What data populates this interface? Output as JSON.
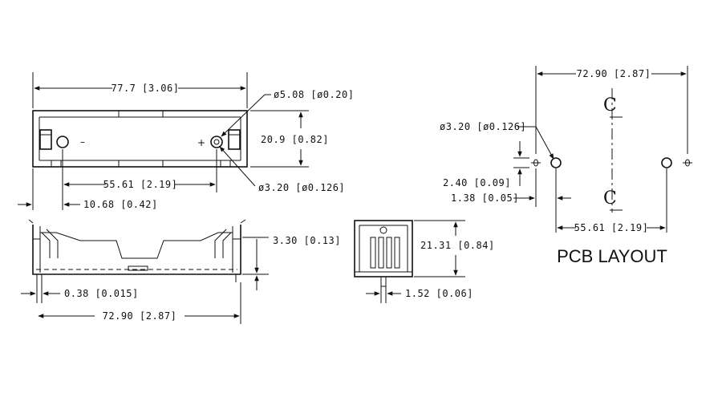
{
  "top_view": {
    "overall_length": "77.7 [3.06]",
    "hole_dia_large": "ø5.08 [ø0.20]",
    "width": "20.9 [0.82]",
    "pin_spacing": "55.61 [2.19]",
    "hole_dia_small": "ø3.20 [ø0.126]",
    "pin_offset": "10.68 [0.42]",
    "minus_sign": "–",
    "plus_sign": "+"
  },
  "side_view": {
    "height": "3.30 [0.13]",
    "thickness": "0.38 [0.015]",
    "length": "72.90 [2.87]"
  },
  "end_view": {
    "height": "21.31 [0.84]",
    "pin_width": "1.52 [0.06]"
  },
  "pcb_layout": {
    "title": "PCB LAYOUT",
    "overall": "72.90 [2.87]",
    "hole_dia": "ø3.20 [ø0.126]",
    "offset_v": "2.40 [0.09]",
    "offset_h": "1.38 [0.05]",
    "pin_spacing": "55.61 [2.19]",
    "cl_symbol": "C"
  }
}
